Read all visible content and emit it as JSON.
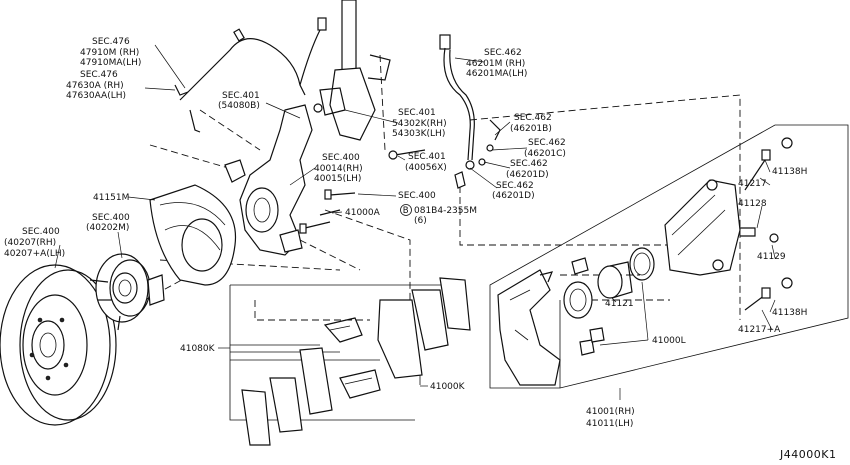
{
  "labels": {
    "sec476_a": "SEC.476",
    "p47910m_rh": "47910M (RH)",
    "p47910ma_lh": "47910MA(LH)",
    "sec476_b": "SEC.476",
    "p47630a_rh": "47630A (RH)",
    "p47630aa_lh": "47630AA(LH)",
    "sec401_a": "SEC.401",
    "p54080b": "(54080B)",
    "sec401_b": "SEC.401",
    "p54302k_rh": "54302K(RH)",
    "p54303k_lh": "54303K(LH)",
    "sec400_a": "SEC.400",
    "p40014_rh": "40014(RH)",
    "p40015_lh": "40015(LH)",
    "sec401_c": "SEC.401",
    "p40056x": "(40056X)",
    "sec462_a": "SEC.462",
    "p46201m_rh": "46201M (RH)",
    "p46201ma_lh": "46201MA(LH)",
    "sec462_b": "SEC.462",
    "p46201b": "(46201B)",
    "sec462_c": "SEC.462",
    "p46201c": "(46201C)",
    "sec462_d": "SEC.462",
    "p46201d_a": "(46201D)",
    "sec462_e": "SEC.462",
    "p46201d_b": "(46201D)",
    "sec400_b": "SEC.400",
    "bolt_081b4": "081B4-2355M",
    "bolt_b": "B",
    "bolt_qty": "(6)",
    "p41151m": "41151M",
    "p41000a": "41000A",
    "sec400_c": "SEC.400",
    "p40202m": "(40202M)",
    "sec400_d": "SEC.400",
    "p40207_rh": "(40207(RH)",
    "p40207a_lh": "40207+A(LH)",
    "p41080k": "41080K",
    "p41000k": "41000K",
    "p41138h_a": "41138H",
    "p41217": "41217",
    "p41128": "41128",
    "p41129": "41129",
    "p41138h_b": "41138H",
    "p41217a": "41217+A",
    "p41121": "41121",
    "p41000l": "41000L",
    "p41001_rh": "41001(RH)",
    "p41011_lh": "41011(LH)",
    "diagram_code": "J44000K1"
  }
}
